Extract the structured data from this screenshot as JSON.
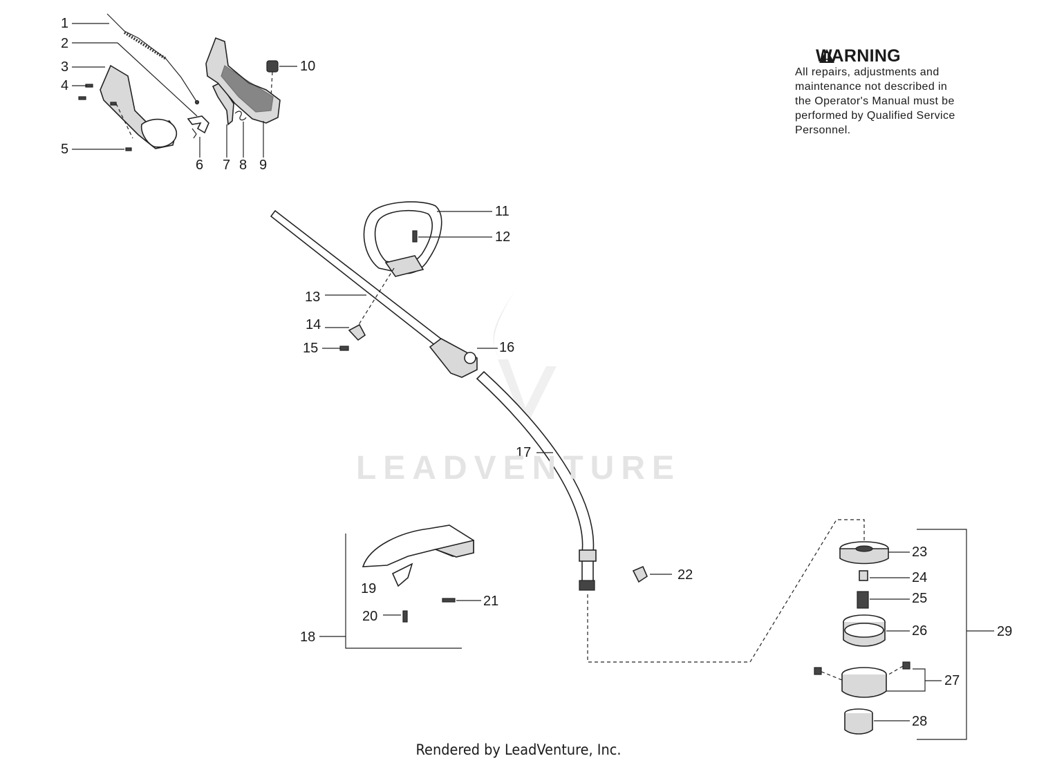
{
  "warning": {
    "title": "WARNING",
    "text": "All repairs, adjustments and\nmaintenance not described in\nthe Operator's Manual must be\nperformed by Qualified Service\nPersonnel."
  },
  "callouts": [
    "1",
    "2",
    "3",
    "4",
    "5",
    "6",
    "7",
    "8",
    "9",
    "10",
    "11",
    "12",
    "13",
    "14",
    "15",
    "16",
    "17",
    "18",
    "19",
    "20",
    "21",
    "22",
    "23",
    "24",
    "25",
    "26",
    "27",
    "28",
    "29"
  ],
  "watermark": "LEADVENTURE",
  "footer": "Rendered by LeadVenture, Inc."
}
